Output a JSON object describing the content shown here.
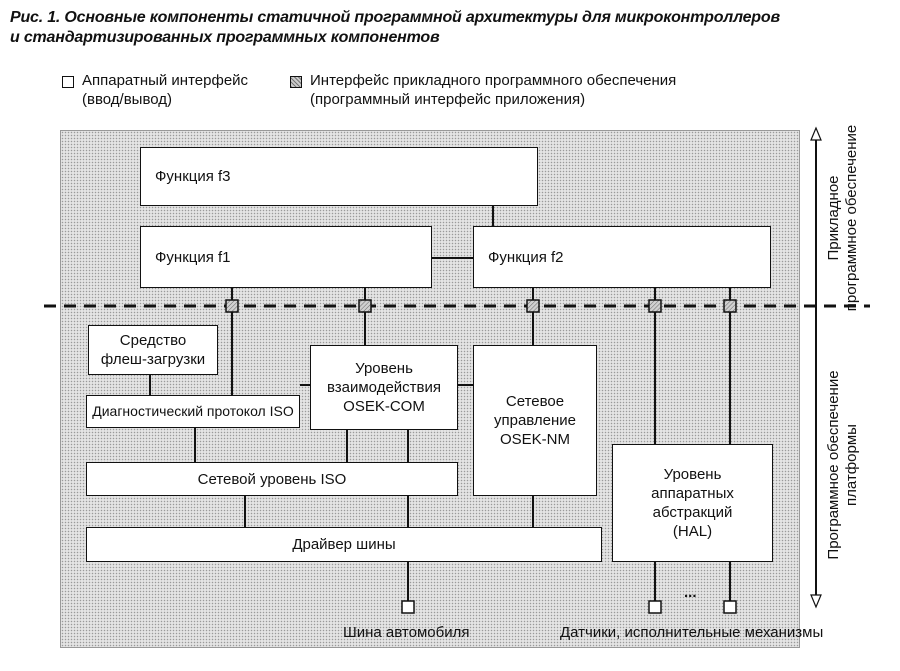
{
  "caption": {
    "line1": "Рис. 1. Основные компоненты статичной программной архитектуры для микроконтроллеров",
    "line2": "и стандартизированных программных компонентов"
  },
  "legend": {
    "hardware_interface": {
      "line1": "Аппаратный интерфейс",
      "line2": "(ввод/вывод)"
    },
    "api_interface": {
      "line1": "Интерфейс прикладного программного обеспечения",
      "line2": "(программный интерфейс приложения)"
    }
  },
  "blocks": {
    "f3": "Функция f3",
    "f1": "Функция f1",
    "f2": "Функция f2",
    "flash": {
      "line1": "Средство",
      "line2": "флеш-загрузки"
    },
    "diag": "Диагностический протокол ISO",
    "com": {
      "line1": "Уровень",
      "line2": "взаимодействия",
      "line3": "OSEK-COM"
    },
    "nm": {
      "line1": "Сетевое",
      "line2": "управление",
      "line3": "OSEK-NM"
    },
    "iso_net": "Сетевой уровень ISO",
    "driver": "Драйвер шины",
    "hal": {
      "line1": "Уровень",
      "line2": "аппаратных",
      "line3": "абстракций",
      "line4": "(HAL)"
    }
  },
  "bottom_labels": {
    "bus": "Шина автомобиля",
    "sensors": "Датчики, исполнительные механизмы",
    "ellipsis": "..."
  },
  "side_labels": {
    "app": {
      "line1": "Прикладное",
      "line2": "программное обеспечение"
    },
    "platform": {
      "line1": "Программное обеспечение",
      "line2": "платформы"
    }
  }
}
